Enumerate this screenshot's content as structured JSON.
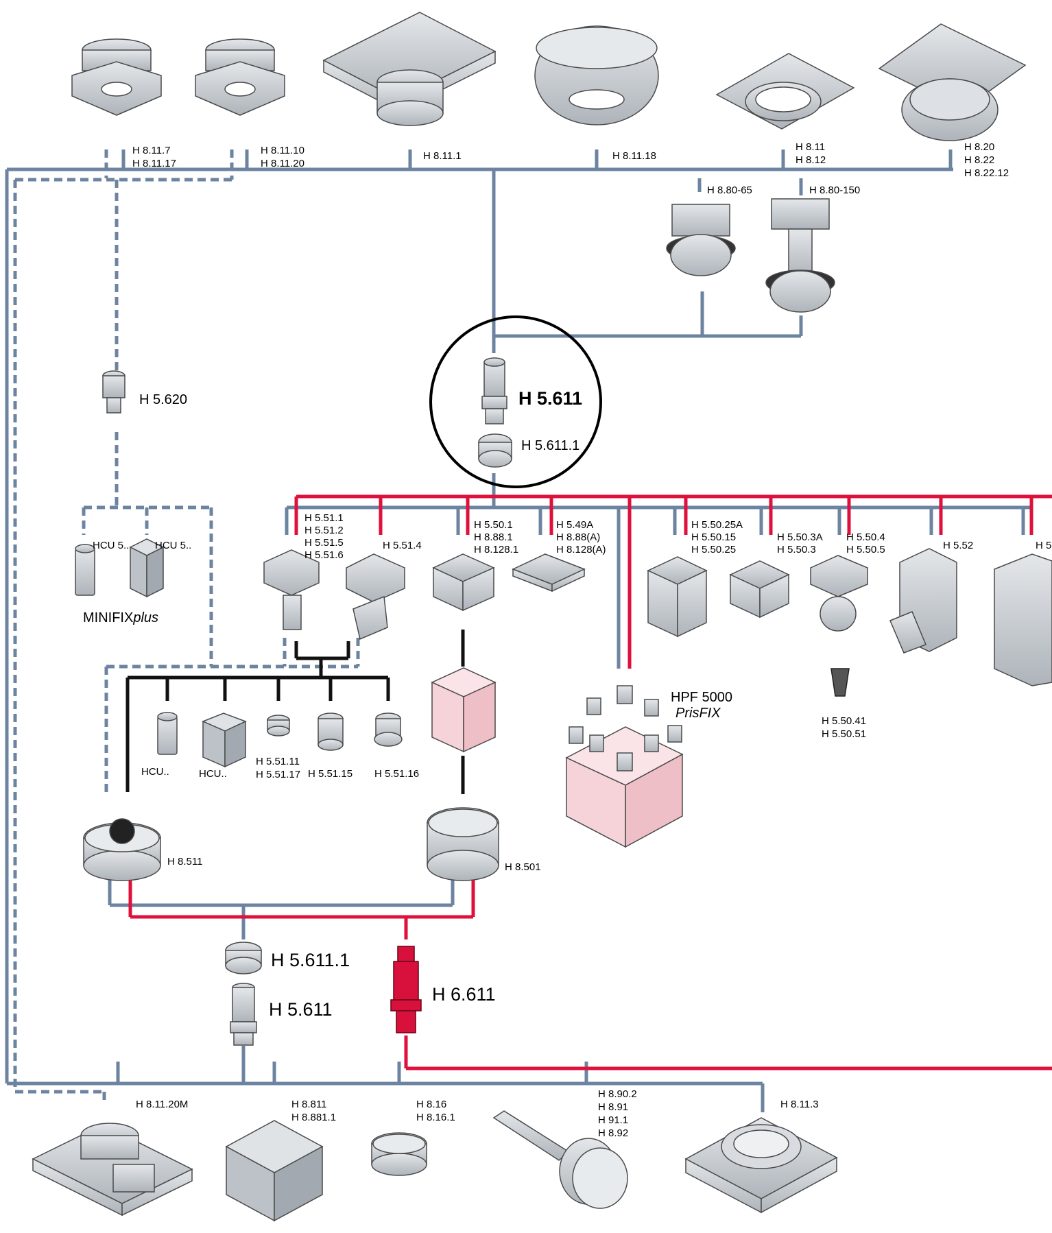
{
  "top_products": {
    "p1": [
      "H 8.11.7",
      "H 8.11.17"
    ],
    "p2": [
      "H 8.11.10",
      "H 8.11.20"
    ],
    "p3": [
      "H 8.11.1"
    ],
    "p4": [
      "H 8.11.18"
    ],
    "p5": [
      "H 8.11",
      "H 8.12"
    ],
    "p6": [
      "H 8.20",
      "H 8.22",
      "H 8.22.12"
    ],
    "p7": [
      "H 8.80-65"
    ],
    "p8": [
      "H 8.80-150"
    ]
  },
  "center": {
    "main": "H 5.611",
    "sub": "H 5.611.1"
  },
  "left_branch": {
    "adapter": "H 5.620",
    "hcu_a": "HCU 5..",
    "hcu_b": "HCU 5..",
    "minifix_prefix": "MINIFIX",
    "minifix_suffix": "plus"
  },
  "jaw_chucks": {
    "j1": [
      "H 5.51.1",
      "H 5.51.2",
      "H 5.51.5",
      "H 5.51.6"
    ],
    "j2": [
      "H 5.51.4"
    ],
    "j3": [
      "H 5.50.1",
      "H 8.88.1",
      "H 8.128.1"
    ],
    "j4": [
      "H 5.49A",
      "H 8.88(A)",
      "H 8.128(A)"
    ],
    "j5": [
      "H 5.50.25A",
      "H 5.50.15",
      "H 5.50.25"
    ],
    "j6": [
      "H 5.50.3A",
      "H 5.50.3"
    ],
    "j7": [
      "H 5.50.4",
      "H 5.50.5"
    ],
    "j8": [
      "H 5.52"
    ],
    "j9": [
      "H 5"
    ]
  },
  "collets": [
    "H 5.50.41",
    "H 5.50.51"
  ],
  "inserts": {
    "i1": "HCU..",
    "i2": "HCU..",
    "i3": [
      "H 5.51.11",
      "H 5.51.17"
    ],
    "i4": "H 5.51.15",
    "i5": "H 5.51.16"
  },
  "hpf": {
    "title": "HPF 5000",
    "subtitle": "PrisFIX"
  },
  "mid_chucks": {
    "left": "H 8.511",
    "right": "H 8.501"
  },
  "lower_center": {
    "sub": "H 5.611.1",
    "main": "H 5.611",
    "red": "H 6.611"
  },
  "bottom_products": {
    "b1": [
      "H 8.11.20M"
    ],
    "b2": [
      "H 8.811",
      "H 8.881.1"
    ],
    "b3": [
      "H 8.16",
      "H 8.16.1"
    ],
    "b4": [
      "H 8.90.2",
      "H 8.91",
      "H 91.1",
      "H 8.92"
    ],
    "b5": [
      "H 8.11.3"
    ]
  },
  "colors": {
    "blue_line": "#6d84a0",
    "red_line": "#e0103c",
    "black_line": "#111111",
    "part_fill": "#c9cdd2",
    "part_stroke": "#4a4a4a",
    "pink_fill": "#f6d3d8",
    "red_part": "#d8103c"
  }
}
